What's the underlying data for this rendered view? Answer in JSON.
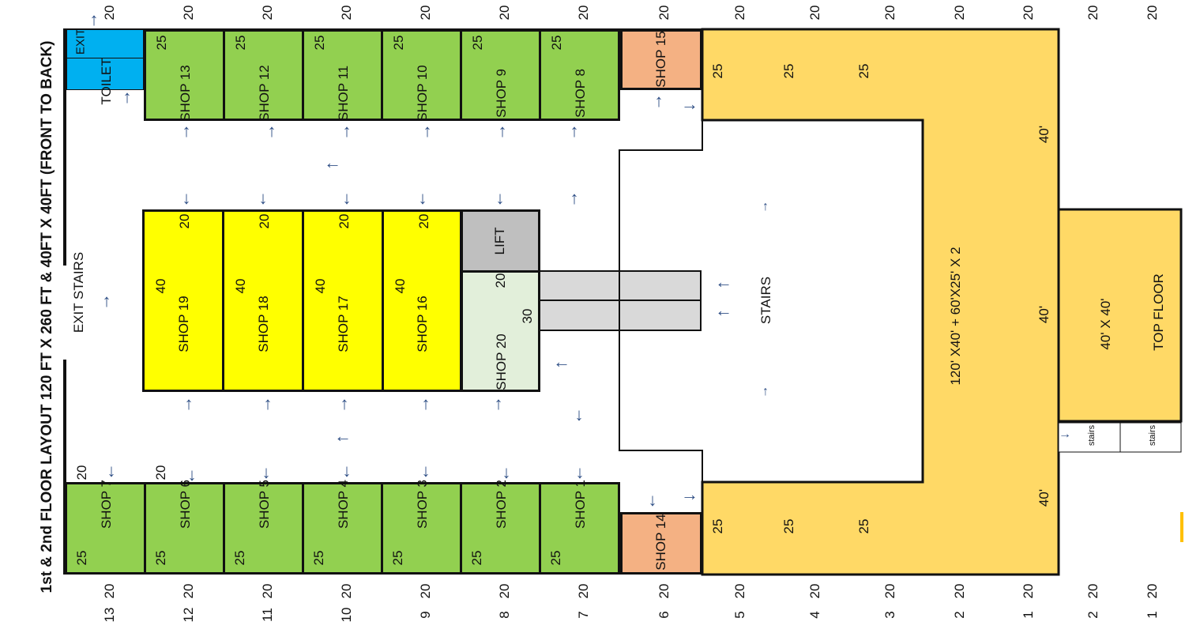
{
  "title": "1st & 2nd  FLOOR LAYOUT    120 FT X 260 FT  & 40FT X 40FT      (FRONT TO BACK)",
  "colors": {
    "shop_green": "#92d050",
    "shop_yellow": "#ffff00",
    "shop_orange": "#f4b183",
    "hall": "#ffd966",
    "lift": "#bfbfbf",
    "shop20": "#e2efda",
    "toilet": "#00b0f0",
    "stairs_gray": "#d9d9d9",
    "arrow": "#2f4f86"
  },
  "top_row_numbers": [
    "20",
    "20",
    "20",
    "20",
    "20",
    "20",
    "20",
    "20",
    "20",
    "20",
    "20",
    "20",
    "20",
    "20"
  ],
  "bottom_numbers": [
    {
      "n": "13",
      "d": "20"
    },
    {
      "n": "12",
      "d": "20"
    },
    {
      "n": "11",
      "d": "20"
    },
    {
      "n": "10",
      "d": "20"
    },
    {
      "n": "9",
      "d": "20"
    },
    {
      "n": "8",
      "d": "20"
    },
    {
      "n": "7",
      "d": "20"
    },
    {
      "n": "6",
      "d": "20"
    },
    {
      "n": "5",
      "d": "20"
    },
    {
      "n": "4",
      "d": "20"
    },
    {
      "n": "3",
      "d": "20"
    },
    {
      "n": "2",
      "d": "20"
    },
    {
      "n": "1",
      "d": "20"
    },
    {
      "n": "2",
      "d": "20"
    },
    {
      "n": "1",
      "d": "20"
    }
  ],
  "top_shops": [
    {
      "name": "SHOP 13",
      "dim": "25"
    },
    {
      "name": "SHOP 12",
      "dim": "25"
    },
    {
      "name": "SHOP 11",
      "dim": "25"
    },
    {
      "name": "SHOP 10",
      "dim": "25"
    },
    {
      "name": "SHOP 9",
      "dim": "25"
    },
    {
      "name": "SHOP 8",
      "dim": "25"
    }
  ],
  "bottom_shops": [
    {
      "name": "SHOP 7",
      "dim": "25",
      "dim2": "20"
    },
    {
      "name": "SHOP 6",
      "dim": "25",
      "dim2": "20"
    },
    {
      "name": "SHOP 5",
      "dim": "25"
    },
    {
      "name": "SHOP 4",
      "dim": "25"
    },
    {
      "name": "SHOP 3",
      "dim": "25"
    },
    {
      "name": "SHOP 2",
      "dim": "25"
    },
    {
      "name": "SHOP 1",
      "dim": "25"
    }
  ],
  "middle_shops": [
    {
      "name": "SHOP 19",
      "d1": "40",
      "d2": "20"
    },
    {
      "name": "SHOP 18",
      "d1": "40",
      "d2": "20"
    },
    {
      "name": "SHOP 17",
      "d1": "40",
      "d2": "20"
    },
    {
      "name": "SHOP 16",
      "d1": "40",
      "d2": "20"
    }
  ],
  "shop15": "SHOP 15",
  "shop14": "SHOP 14",
  "lift": "LIFT",
  "shop20": {
    "name": "SHOP 20",
    "d1": "20",
    "d2": "30"
  },
  "exit": "EXIT",
  "toilet": "TOILET",
  "exit_stairs": "EXIT STAIRS",
  "stairs": "STAIRS",
  "hall": {
    "label": "120' X40' + 60'X25' X 2",
    "d25": "25",
    "d40": "40'"
  },
  "top_floor": {
    "label": "TOP FLOOR",
    "size": "40' X 40'"
  },
  "small_stairs": "stairs"
}
